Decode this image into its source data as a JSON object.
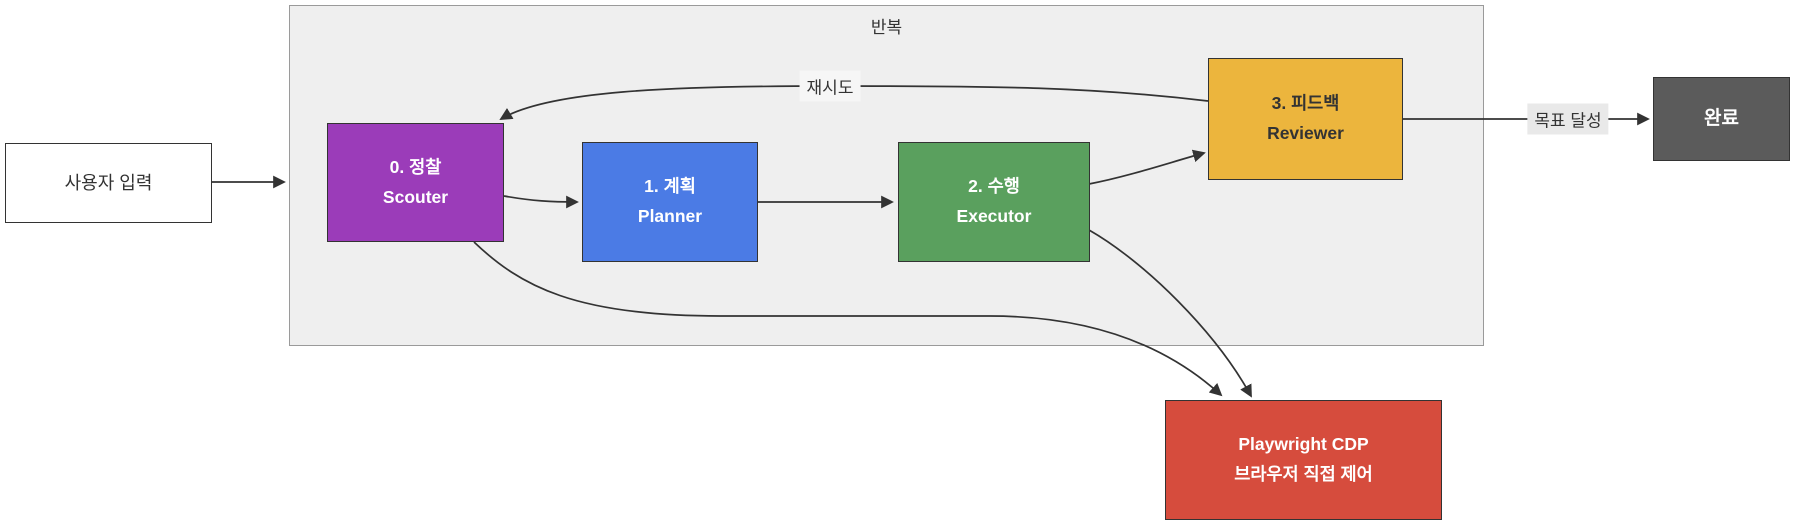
{
  "diagram": {
    "loop_container": {
      "label": "반복"
    },
    "nodes": {
      "user_input": {
        "label": "사용자 입력"
      },
      "scouter": {
        "line1": "0. 정찰",
        "line2": "Scouter",
        "color": "#9B3CB9"
      },
      "planner": {
        "line1": "1. 계획",
        "line2": "Planner",
        "color": "#4B7BE5"
      },
      "executor": {
        "line1": "2. 수행",
        "line2": "Executor",
        "color": "#5AA05E"
      },
      "reviewer": {
        "line1": "3. 피드백",
        "line2": "Reviewer",
        "color": "#ECB53D"
      },
      "done": {
        "label": "완료",
        "color": "#5B5B5B"
      },
      "playwright": {
        "line1": "Playwright CDP",
        "line2": "브라우저 직접 제어",
        "color": "#D64C3D"
      }
    },
    "edge_labels": {
      "retry": "재시도",
      "goal": "목표 달성"
    },
    "colors": {
      "arrow": "#333333",
      "node_border": "#333333",
      "container_bg": "#EFEFEF",
      "container_border": "#9A9A9A",
      "retry_label_bg": "#F6F6F6",
      "goal_label_bg": "#E9E9E9",
      "done_text": "#FFFFFF",
      "reviewer_text": "#333333"
    }
  }
}
